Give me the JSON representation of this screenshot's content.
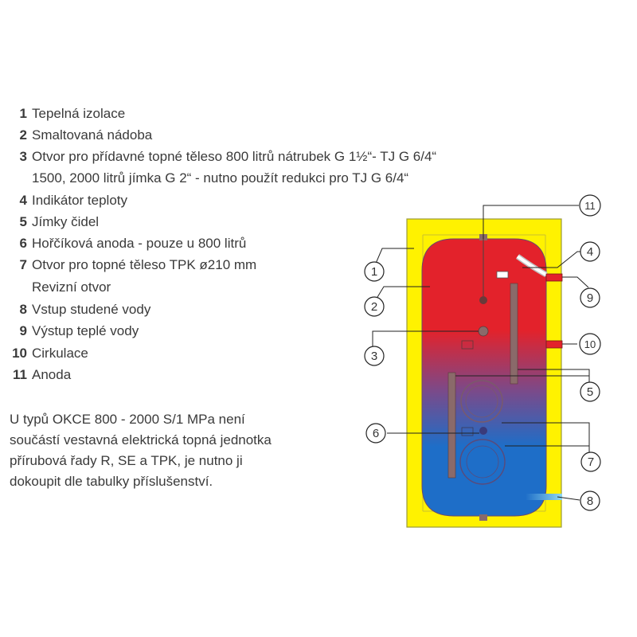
{
  "legend": [
    {
      "num": "1",
      "text": "Tepelná izolace"
    },
    {
      "num": "2",
      "text": "Smaltovaná nádoba"
    },
    {
      "num": "3",
      "text": "Otvor pro přídavné topné těleso 800 litrů nátrubek G 1½“- TJ G 6/4“",
      "cont": "1500, 2000 litrů jímka G 2“ - nutno použít redukci pro TJ G 6/4“"
    },
    {
      "num": "4",
      "text": "Indikátor teploty"
    },
    {
      "num": "5",
      "text": "Jímky čidel"
    },
    {
      "num": "6",
      "text": "Hořčíková anoda - pouze u 800 litrů"
    },
    {
      "num": "7",
      "text": "Otvor pro topné těleso TPK ø210 mm",
      "cont": "Revizní otvor"
    },
    {
      "num": "8",
      "text": "Vstup studené vody"
    },
    {
      "num": "9",
      "text": "Výstup teplé vody"
    },
    {
      "num": "10",
      "text": "Cirkulace"
    },
    {
      "num": "11",
      "text": "Anoda"
    }
  ],
  "note": {
    "lines": [
      "U typů OKCE 800 - 2000 S/1 MPa není",
      "součástí vestavná elektrická topná jednotka",
      "přírubová řady R, SE a TPK, je nutno ji",
      "dokoupit dle tabulky příslušenství."
    ]
  },
  "callouts": [
    "1",
    "2",
    "3",
    "4",
    "5",
    "6",
    "7",
    "8",
    "9",
    "10",
    "11"
  ],
  "colors": {
    "insulation": "#fff200",
    "hot": "#e3222b",
    "cold": "#1e6ec8",
    "mid": "#7a4a8a",
    "element": "#8a6a6a",
    "text": "#3a3a3a"
  }
}
